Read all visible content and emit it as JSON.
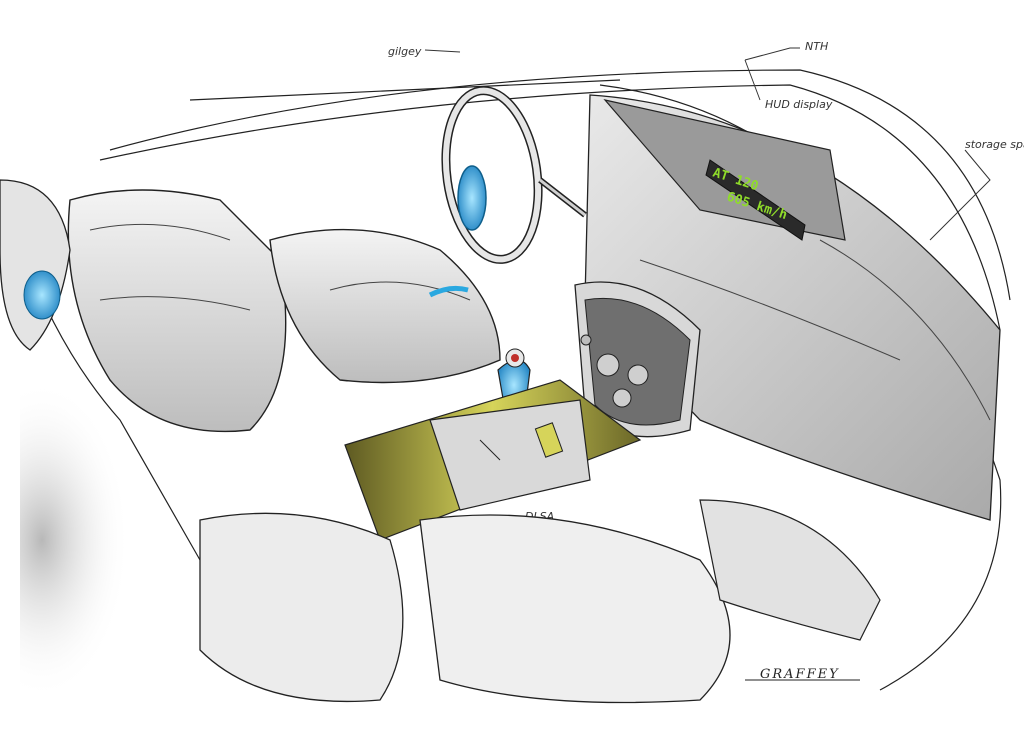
{
  "annotations": {
    "top_left": "gilgey",
    "top_right": "NTH",
    "top_mid": "HUD display",
    "storage": "storage space",
    "signature": "GRAFFEY",
    "console": "DLSA"
  },
  "display": {
    "line1": "AT 120",
    "line2": "605 km/h"
  },
  "colors": {
    "accent_blue": "#2aa8e0",
    "accent_yellow": "#d6d45a",
    "display_green": "#8fdc2a",
    "ink": "#222222"
  }
}
